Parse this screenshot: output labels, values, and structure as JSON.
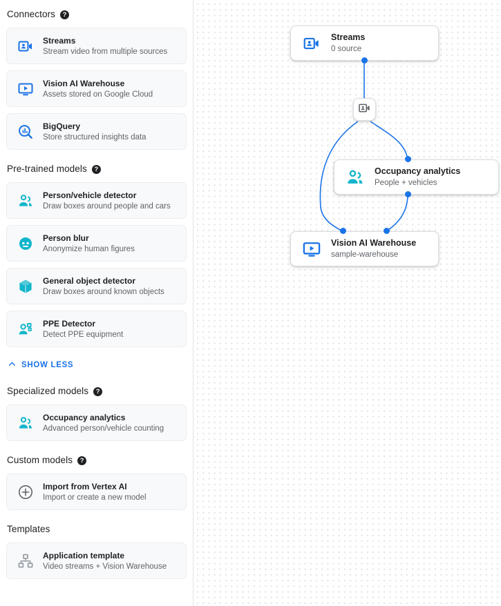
{
  "sidebar": {
    "sections": [
      {
        "title": "Connectors",
        "has_help": true,
        "help_glyph": "?",
        "items": [
          {
            "icon": "streams-camera-icon",
            "title": "Streams",
            "subtitle": "Stream video from multiple sources"
          },
          {
            "icon": "vision-warehouse-monitor-icon",
            "title": "Vision AI Warehouse",
            "subtitle": "Assets stored on Google Cloud"
          },
          {
            "icon": "bigquery-search-chart-icon",
            "title": "BigQuery",
            "subtitle": "Store structured insights data"
          }
        ]
      },
      {
        "title": "Pre-trained models",
        "has_help": true,
        "help_glyph": "?",
        "items": [
          {
            "icon": "people-icon",
            "title": "Person/vehicle detector",
            "subtitle": "Draw boxes around people and cars"
          },
          {
            "icon": "person-blur-face-icon",
            "title": "Person blur",
            "subtitle": "Anonymize human figures"
          },
          {
            "icon": "cube-object-icon",
            "title": "General object detector",
            "subtitle": "Draw boxes around known objects"
          },
          {
            "icon": "ppe-person-gear-icon",
            "title": "PPE Detector",
            "subtitle": "Detect PPE equipment"
          }
        ]
      },
      {
        "title": "Specialized models",
        "has_help": true,
        "help_glyph": "?",
        "items": [
          {
            "icon": "people-icon",
            "title": "Occupancy analytics",
            "subtitle": "Advanced person/vehicle counting"
          }
        ]
      },
      {
        "title": "Custom models",
        "has_help": true,
        "help_glyph": "?",
        "items": [
          {
            "icon": "plus-circle-icon",
            "title": "Import from Vertex AI",
            "subtitle": "Import or create a new model"
          }
        ]
      },
      {
        "title": "Templates",
        "has_help": false,
        "help_glyph": "",
        "items": [
          {
            "icon": "hierarchy-sitemap-icon",
            "title": "Application template",
            "subtitle": "Video streams + Vision Warehouse"
          }
        ]
      }
    ],
    "show_less": {
      "label": "SHOW LESS",
      "icon": "chevron-up-icon"
    }
  },
  "canvas": {
    "nodes": [
      {
        "icon": "streams-camera-icon",
        "title": "Streams",
        "subtitle": "0 source"
      },
      {
        "icon": "people-icon",
        "title": "Occupancy analytics",
        "subtitle": "People + vehicles"
      },
      {
        "icon": "vision-warehouse-monitor-icon",
        "title": "Vision AI Warehouse",
        "subtitle": "sample-warehouse"
      }
    ],
    "mini_node": {
      "icon": "camera-gray-icon"
    }
  },
  "colors": {
    "accent_blue": "#1a73e8",
    "icon_teal": "#12b5cb",
    "text_primary": "#202124",
    "text_secondary": "#5f6368",
    "card_bg": "#f8f9fa",
    "edge_blue": "#1a73e8",
    "grid_dot": "#e6e6e6"
  }
}
